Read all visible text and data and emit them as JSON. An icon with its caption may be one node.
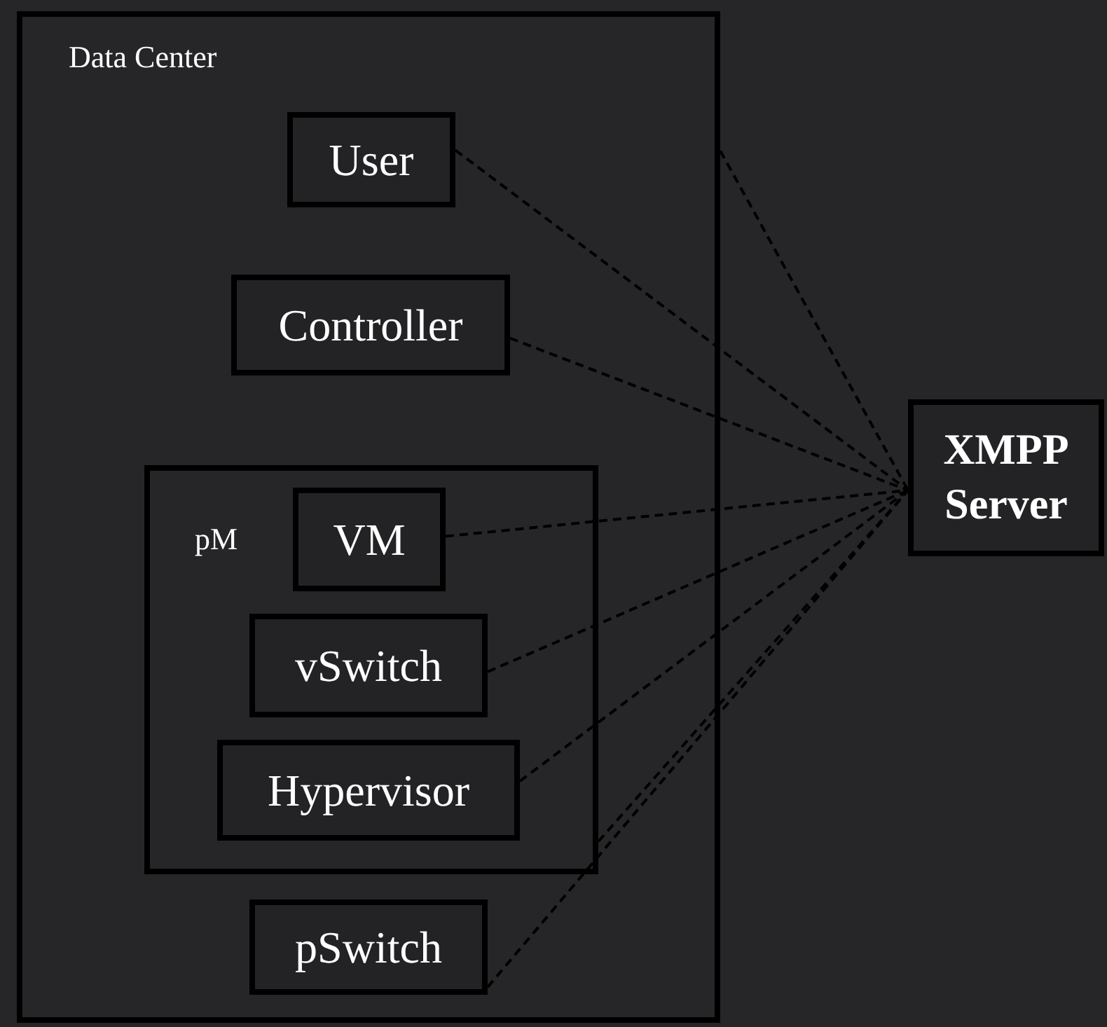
{
  "diagram": {
    "nodes": [
      {
        "text": [
          "Data Center"
        ]
      },
      {
        "text": [
          "User"
        ],
        "in": 0
      },
      {
        "text": [
          "Controller"
        ],
        "in": 0
      },
      {
        "text": [
          "pM"
        ],
        "in": 0
      },
      {
        "text": [
          "VM"
        ],
        "in": 3
      },
      {
        "text": [
          "vSwitch"
        ],
        "in": 3
      },
      {
        "text": [
          "Hypervisor"
        ],
        "in": 3
      },
      {
        "text": [
          "pSwitch"
        ],
        "in": 0
      },
      {
        "text": [
          "XMPP Server"
        ]
      }
    ],
    "edges": [
      {
        "from": 1,
        "to": 8,
        "arrow": "none",
        "style": "dashed"
      },
      {
        "from": 0,
        "to": 8,
        "arrow": "none",
        "style": "dashed"
      },
      {
        "from": 2,
        "to": 8,
        "arrow": "none",
        "style": "dashed"
      },
      {
        "from": 4,
        "to": 8,
        "arrow": "none",
        "style": "dashed"
      },
      {
        "from": 5,
        "to": 8,
        "arrow": "none",
        "style": "dashed"
      },
      {
        "from": 6,
        "to": 8,
        "arrow": "none",
        "style": "dashed"
      },
      {
        "from": 3,
        "to": 8,
        "arrow": "none",
        "style": "dashed"
      },
      {
        "from": 7,
        "to": 8,
        "arrow": "none",
        "style": "dashed"
      }
    ]
  }
}
